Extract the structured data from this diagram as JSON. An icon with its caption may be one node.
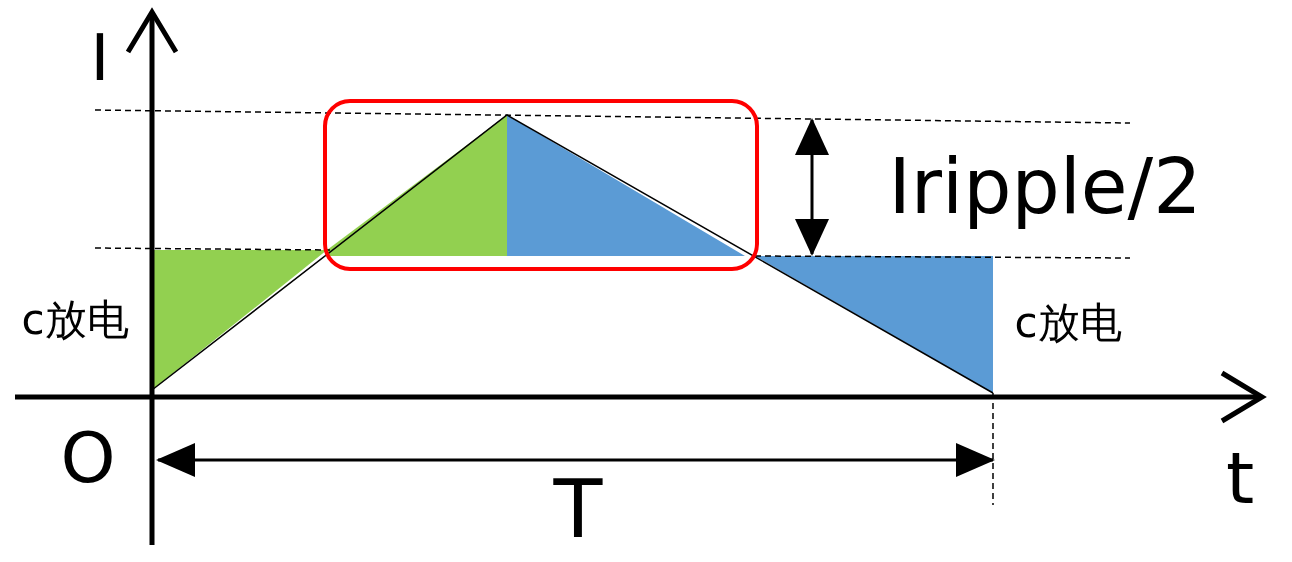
{
  "diagram": {
    "labels": [
      "I",
      "Iripple/2",
      "c放电",
      "c放电",
      "O",
      "T",
      "t"
    ]
  }
}
